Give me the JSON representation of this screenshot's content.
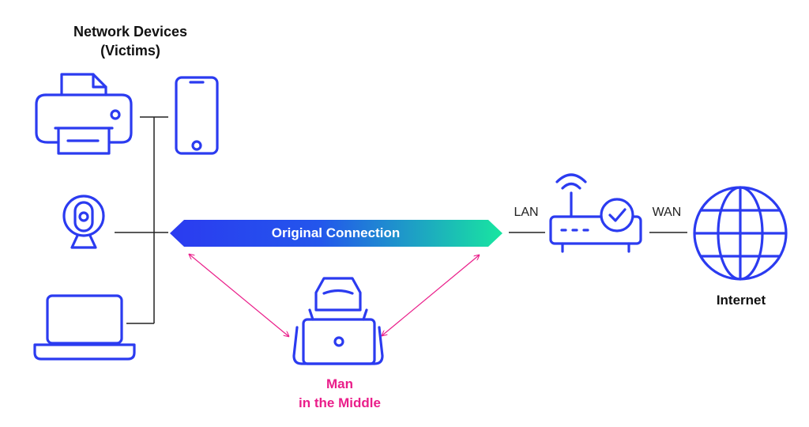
{
  "title": {
    "line1": "Network Devices",
    "line2": "(Victims)"
  },
  "connection": {
    "label": "Original Connection",
    "gradient_start": "#2b3bf0",
    "gradient_end": "#18e6a0"
  },
  "router": {
    "lan_label": "LAN",
    "wan_label": "WAN"
  },
  "internet": {
    "label": "Internet"
  },
  "attacker": {
    "line1": "Man",
    "line2": "in the Middle",
    "color": "#ea1e8a"
  },
  "colors": {
    "icon": "#2b3bf0",
    "line": "#222222"
  },
  "icons": [
    "printer-icon",
    "smartphone-icon",
    "webcam-icon",
    "laptop-icon",
    "router-icon",
    "globe-icon",
    "hacker-icon"
  ]
}
